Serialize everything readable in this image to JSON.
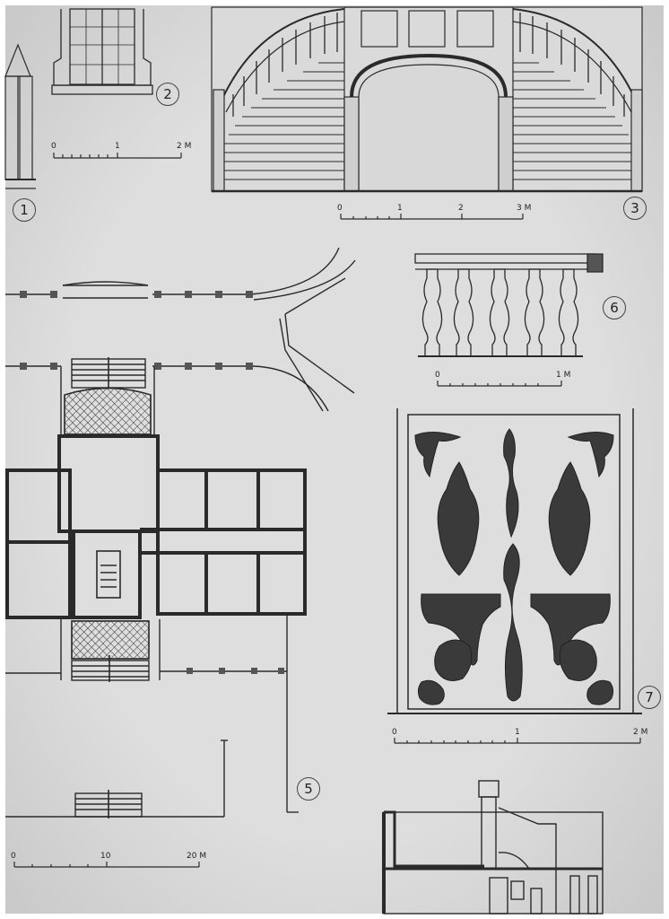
{
  "sheet": {
    "figure_labels": [
      "1",
      "2",
      "3",
      "5",
      "6",
      "7"
    ],
    "scales": {
      "fig2": {
        "ticks": [
          "0",
          "1",
          "2 M"
        ]
      },
      "fig3": {
        "ticks": [
          "0",
          "1",
          "2",
          "3 M"
        ]
      },
      "fig6": {
        "ticks": [
          "0",
          "1 M"
        ]
      },
      "fig7": {
        "ticks": [
          "0",
          "1",
          "2 M"
        ]
      },
      "fig5": {
        "ticks": [
          "0",
          "10",
          "20 M"
        ]
      }
    },
    "colors": {
      "paper": "#d9d9d9",
      "ink": "#2a2a2a"
    }
  }
}
